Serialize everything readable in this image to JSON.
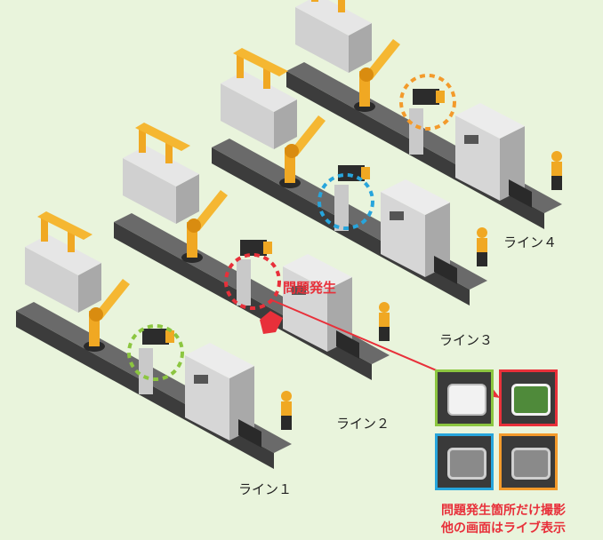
{
  "lines": [
    {
      "label": "ライン１",
      "ring_color": "#8cc640"
    },
    {
      "label": "ライン２",
      "ring_color": "#e8303a"
    },
    {
      "label": "ライン３",
      "ring_color": "#27a5dc"
    },
    {
      "label": "ライン４",
      "ring_color": "#f39a2b"
    }
  ],
  "problem_label": "問題発生",
  "monitor_grid": [
    {
      "border_color": "#8cc640",
      "screen": "white"
    },
    {
      "border_color": "#e8303a",
      "screen": "green"
    },
    {
      "border_color": "#27a5dc",
      "screen": "gray"
    },
    {
      "border_color": "#f39a2b",
      "screen": "gray"
    }
  ],
  "caption": {
    "line1": "問題発生箇所だけ撮影",
    "line2": "他の画面はライブ表示"
  },
  "colors": {
    "background": "#e9f4dc",
    "conveyor": "#3c3c3c",
    "machine": "#d9d9d9",
    "robot": "#f0a823",
    "alert": "#e8303a"
  }
}
